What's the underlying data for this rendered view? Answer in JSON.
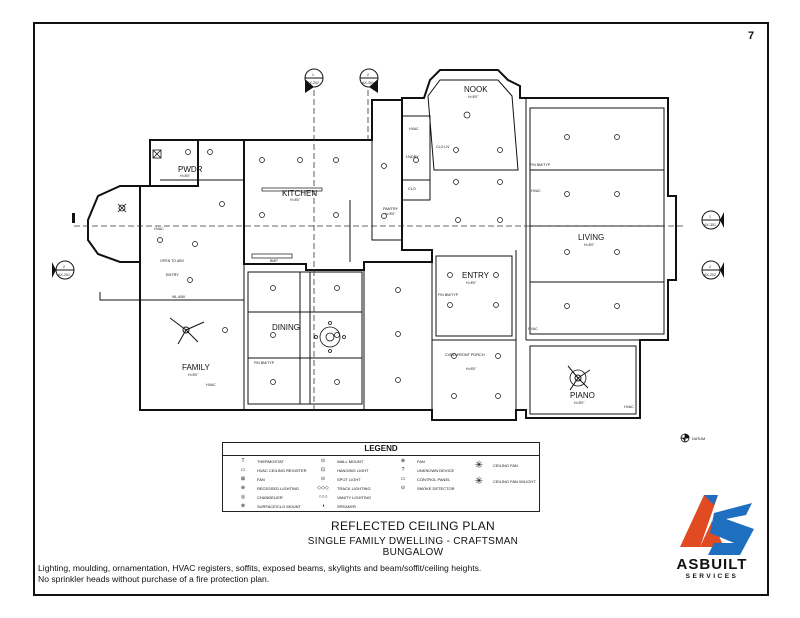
{
  "page_number": "7",
  "rooms": [
    {
      "name": "NOOK",
      "height": "H=8'0\""
    },
    {
      "name": "PWDR",
      "height": "H=8'0\""
    },
    {
      "name": "KITCHEN",
      "height": "H=8'0\""
    },
    {
      "name": "PANTRY",
      "height": "H=8'0\""
    },
    {
      "name": "LNDRY",
      "height": ""
    },
    {
      "name": "CLO",
      "height": ""
    },
    {
      "name": "ENTRY",
      "height": "H=8'0\""
    },
    {
      "name": "ENTRY",
      "height": ""
    },
    {
      "name": "LIVING",
      "height": "H=8'0\""
    },
    {
      "name": "DINING",
      "height": ""
    },
    {
      "name": "FAMILY",
      "height": "H=8'0\""
    },
    {
      "name": "CVRD FRONT PORCH",
      "height": "H=8'0\""
    },
    {
      "name": "PIANO",
      "height": "H=8'0\""
    }
  ],
  "section_markers": [
    {
      "number": "1",
      "sheet": "AX-202"
    },
    {
      "number": "2",
      "sheet": "AX-301"
    },
    {
      "number": "1",
      "sheet": "AX-301"
    },
    {
      "number": "2",
      "sheet": "AX-202"
    },
    {
      "number": "2",
      "sheet": "AX-201"
    }
  ],
  "annotations": {
    "hvac": "HVAC",
    "soffit": "SOFFIT",
    "fin_bm": "FIN BM/TYP",
    "open_to_abv": "OPEN TO ABV",
    "wl_abv": "WL ABV",
    "datum": "DATUM",
    "clo_ln": "CLO LN",
    "bmp": "BMP"
  },
  "legend": {
    "title": "LEGEND",
    "items": [
      {
        "symbol": "T",
        "label": "THERMOSTAT"
      },
      {
        "symbol": "▭",
        "label": "HVAC CEILING REGISTER"
      },
      {
        "symbol": "⊠",
        "label": "FAN"
      },
      {
        "symbol": "⊕",
        "label": "RECESSED LIGHTING"
      },
      {
        "symbol": "◎",
        "label": "CHANDELIER"
      },
      {
        "symbol": "⊗",
        "label": "SURFACE/CLG MOUNT"
      },
      {
        "symbol": "⊙",
        "label": "WALL MOUNT"
      },
      {
        "symbol": "⊡",
        "label": "HANGING LIGHT"
      },
      {
        "symbol": "⊙",
        "label": "SPOT LIGHT"
      },
      {
        "symbol": "◇◇◇",
        "label": "TRACK LIGHTING"
      },
      {
        "symbol": "○○○",
        "label": "VANITY LIGHTING"
      },
      {
        "symbol": "◑",
        "label": "SPEAKER"
      },
      {
        "symbol": "⊗",
        "label": "FAN"
      },
      {
        "symbol": "?",
        "label": "UNKNOWN DEVICE"
      },
      {
        "symbol": "▭",
        "label": "CONTROL PANEL"
      },
      {
        "symbol": "⊙",
        "label": "SMOKE DETECTOR"
      },
      {
        "symbol": "✳",
        "label": "CEILING FAN"
      },
      {
        "symbol": "✳",
        "label": "CEILING FAN W/LIGHT"
      }
    ]
  },
  "title": "REFLECTED CEILING PLAN",
  "subtitle": "SINGLE FAMILY DWELLING - CRAFTSMAN BUNGALOW",
  "notes": [
    "Lighting, moulding, ornamentation, HVAC registers, soffits, exposed beams, skylights and beam/soffit/ceiling heights.",
    "No sprinkler heads without purchase of a fire protection plan."
  ],
  "logo": {
    "word": "ASBUILT",
    "sub": "SERVICES",
    "mark": "AS"
  },
  "colors": {
    "logo_blue": "#1f6fc0",
    "logo_red": "#e04b22",
    "line": "#111111"
  }
}
